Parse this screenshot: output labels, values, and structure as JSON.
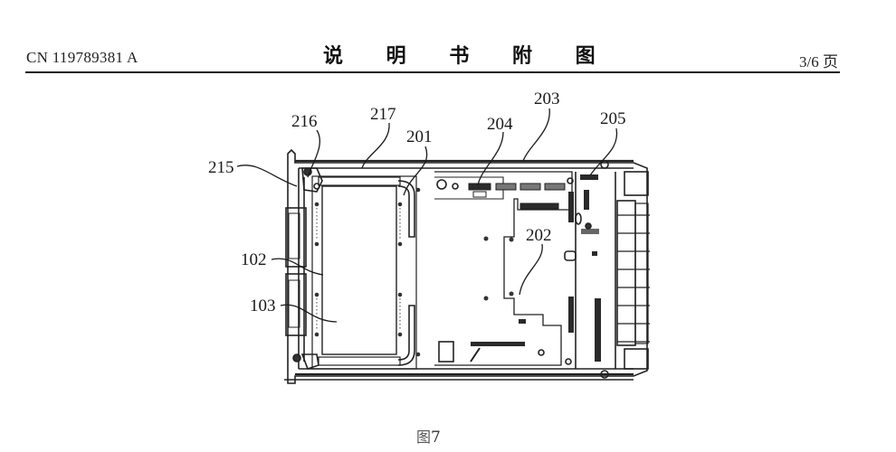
{
  "header": {
    "publication_number": "CN 119789381 A",
    "section_title": "说 明 书 附 图",
    "page_indicator": "3/6 页"
  },
  "figure": {
    "caption_prefix": "图",
    "caption_number": "7",
    "reference_labels": {
      "r215": "215",
      "r216": "216",
      "r217": "217",
      "r201": "201",
      "r204": "204",
      "r203": "203",
      "r205": "205",
      "r202": "202",
      "r102": "102",
      "r103": "103"
    }
  }
}
